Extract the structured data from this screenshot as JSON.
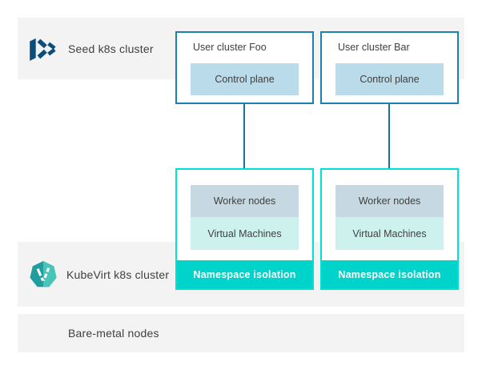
{
  "bands": {
    "seed": {
      "label": "Seed k8s cluster",
      "icon": "kubermatic-logo"
    },
    "kubevirt": {
      "label": "KubeVirt k8s cluster",
      "icon": "kubevirt-logo"
    },
    "baremetal": {
      "label": "Bare-metal nodes"
    }
  },
  "user_clusters": [
    {
      "title": "User cluster Foo",
      "control_plane_label": "Control plane"
    },
    {
      "title": "User cluster Bar",
      "control_plane_label": "Control plane"
    }
  ],
  "kubevirt_clusters": [
    {
      "worker_nodes_label": "Worker nodes",
      "virtual_machines_label": "Virtual Machines",
      "namespace_label": "Namespace isolation"
    },
    {
      "worker_nodes_label": "Worker nodes",
      "virtual_machines_label": "Virtual Machines",
      "namespace_label": "Namespace isolation"
    }
  ],
  "colors": {
    "band_background": "#f3f3f3",
    "user_cluster_border": "#1a81b4",
    "connector_line": "#17719d",
    "control_plane_fill": "#badbe9",
    "worker_nodes_fill": "#c6d9e2",
    "virtual_machines_fill": "#cdf2ee",
    "kubevirt_box_border": "#00e1d5",
    "namespace_band_fill": "#00d3c9",
    "kubermatic_logo_navy": "#0d4d7c",
    "kubevirt_logo_teal_dark": "#1f9d9f",
    "kubevirt_logo_teal_light": "#49c4b9",
    "label_text": "#3f3f3f",
    "namespace_text": "#ffffff"
  }
}
